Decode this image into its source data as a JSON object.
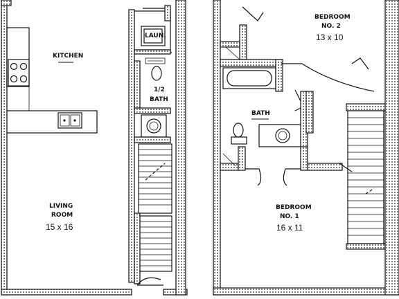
{
  "plan": {
    "rooms": {
      "kitchen": {
        "name": "KITCHEN"
      },
      "laundry": {
        "name": "LAUN."
      },
      "half_bath": {
        "name_line1": "1/2",
        "name_line2": "BATH"
      },
      "living_room": {
        "name_line1": "LIVING",
        "name_line2": "ROOM",
        "size": "15 x 16"
      },
      "bedroom2": {
        "name_line1": "BEDROOM",
        "name_line2": "NO. 2",
        "size": "13 x 10"
      },
      "bath": {
        "name": "BATH"
      },
      "bedroom1": {
        "name_line1": "BEDROOM",
        "name_line2": "NO. 1",
        "size": "16 x 11"
      }
    }
  }
}
